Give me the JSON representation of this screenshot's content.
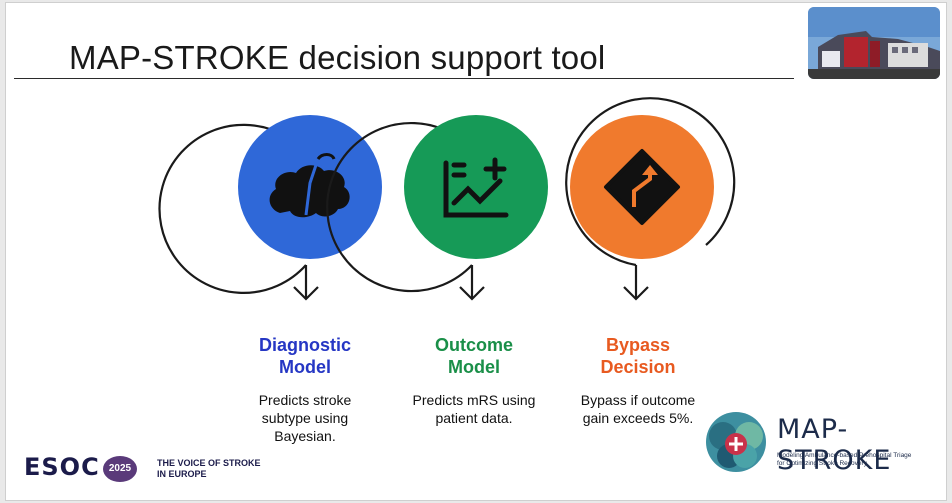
{
  "slide": {
    "title": "MAP-STROKE decision support tool"
  },
  "steps": [
    {
      "title_line1": "Diagnostic",
      "title_line2": "Model",
      "desc_line1": "Predicts stroke",
      "desc_line2": "subtype using",
      "desc_line3": "Bayesian.",
      "circle_color": "#2f68d8",
      "title_color": "#2637c4",
      "icon": "brain-icon"
    },
    {
      "title_line1": "Outcome",
      "title_line2": "Model",
      "desc_line1": "Predicts mRS using",
      "desc_line2": "patient data.",
      "circle_color": "#169a57",
      "title_color": "#1a8f48",
      "icon": "chart-plus-icon"
    },
    {
      "title_line1": "Bypass",
      "title_line2": "Decision",
      "desc_line1": "Bypass if outcome",
      "desc_line2": "gain exceeds 5%.",
      "circle_color": "#f07a2d",
      "title_color": "#e85a20",
      "icon": "turn-sign-icon"
    }
  ],
  "footer": {
    "esoc": "ESOC",
    "esoc_year": "2025",
    "voice_line1": "THE VOICE OF STROKE",
    "voice_line2": "IN EUROPE"
  },
  "brand": {
    "name": "MAP-STROKE",
    "sub_line1": "Modeling Ambulance-based Prehospital Triage",
    "sub_line2": "for Optimizing Stroke Recovery"
  }
}
